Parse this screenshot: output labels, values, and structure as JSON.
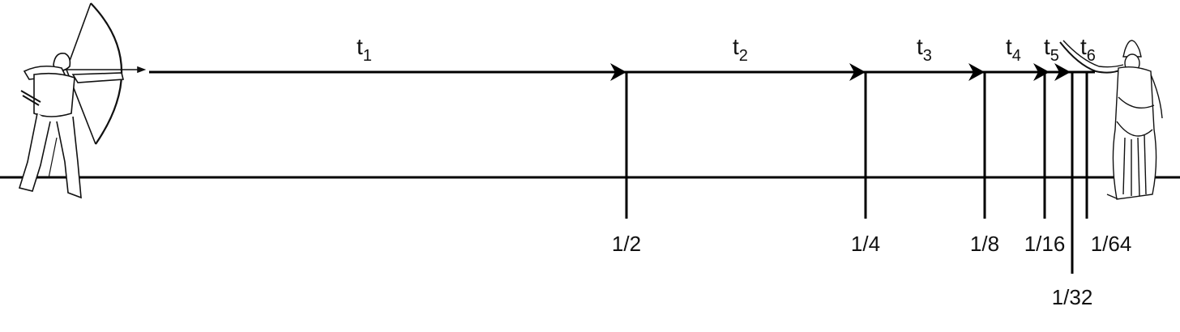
{
  "figure": {
    "title": "Zeno's arrow paradox (dichotomy)",
    "left_figure": "archer",
    "right_figure": "statue-of-athena"
  },
  "colors": {
    "ink": "#000000",
    "background": "#ffffff"
  },
  "segments": [
    {
      "base": "t",
      "sub": "1"
    },
    {
      "base": "t",
      "sub": "2"
    },
    {
      "base": "t",
      "sub": "3"
    },
    {
      "base": "t",
      "sub": "4"
    },
    {
      "base": "t",
      "sub": "5"
    },
    {
      "base": "t",
      "sub": "6"
    }
  ],
  "ticks": [
    {
      "label": "1/2",
      "remaining": 0.5
    },
    {
      "label": "1/4",
      "remaining": 0.25
    },
    {
      "label": "1/8",
      "remaining": 0.125
    },
    {
      "label": "1/16",
      "remaining": 0.0625
    },
    {
      "label": "1/32",
      "remaining": 0.03125,
      "label_below": true
    },
    {
      "label": "1/64",
      "remaining": 0.015625
    }
  ]
}
